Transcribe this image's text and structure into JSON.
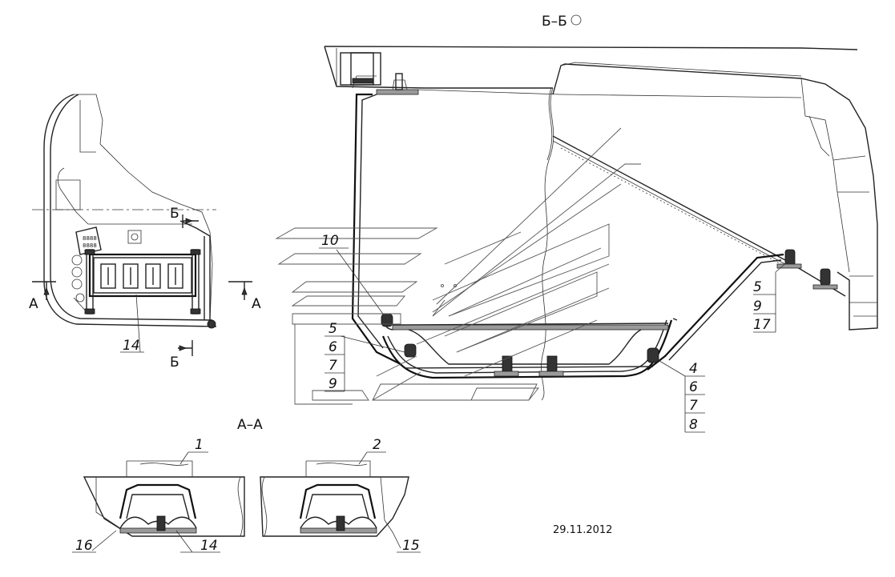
{
  "section_bb": "Б–Б",
  "section_aa": "А–А",
  "date": "29.11.2012",
  "plan_marks": {
    "a_left": "А",
    "a_right": "А",
    "b_top": "Б",
    "b_bottom": "Б"
  },
  "callouts": {
    "c14_plan": "14",
    "c10": "10",
    "left_stack": [
      "5",
      "6",
      "7",
      "9"
    ],
    "right_top_stack": [
      "5",
      "9",
      "17"
    ],
    "right_bottom_stack": [
      "4",
      "6",
      "7",
      "8"
    ],
    "c1": "1",
    "c2": "2",
    "c16": "16",
    "c14_aa": "14",
    "c15": "15"
  },
  "colors": {
    "line": "#222222",
    "hatch": "#9a9a9a",
    "background": "#ffffff"
  }
}
